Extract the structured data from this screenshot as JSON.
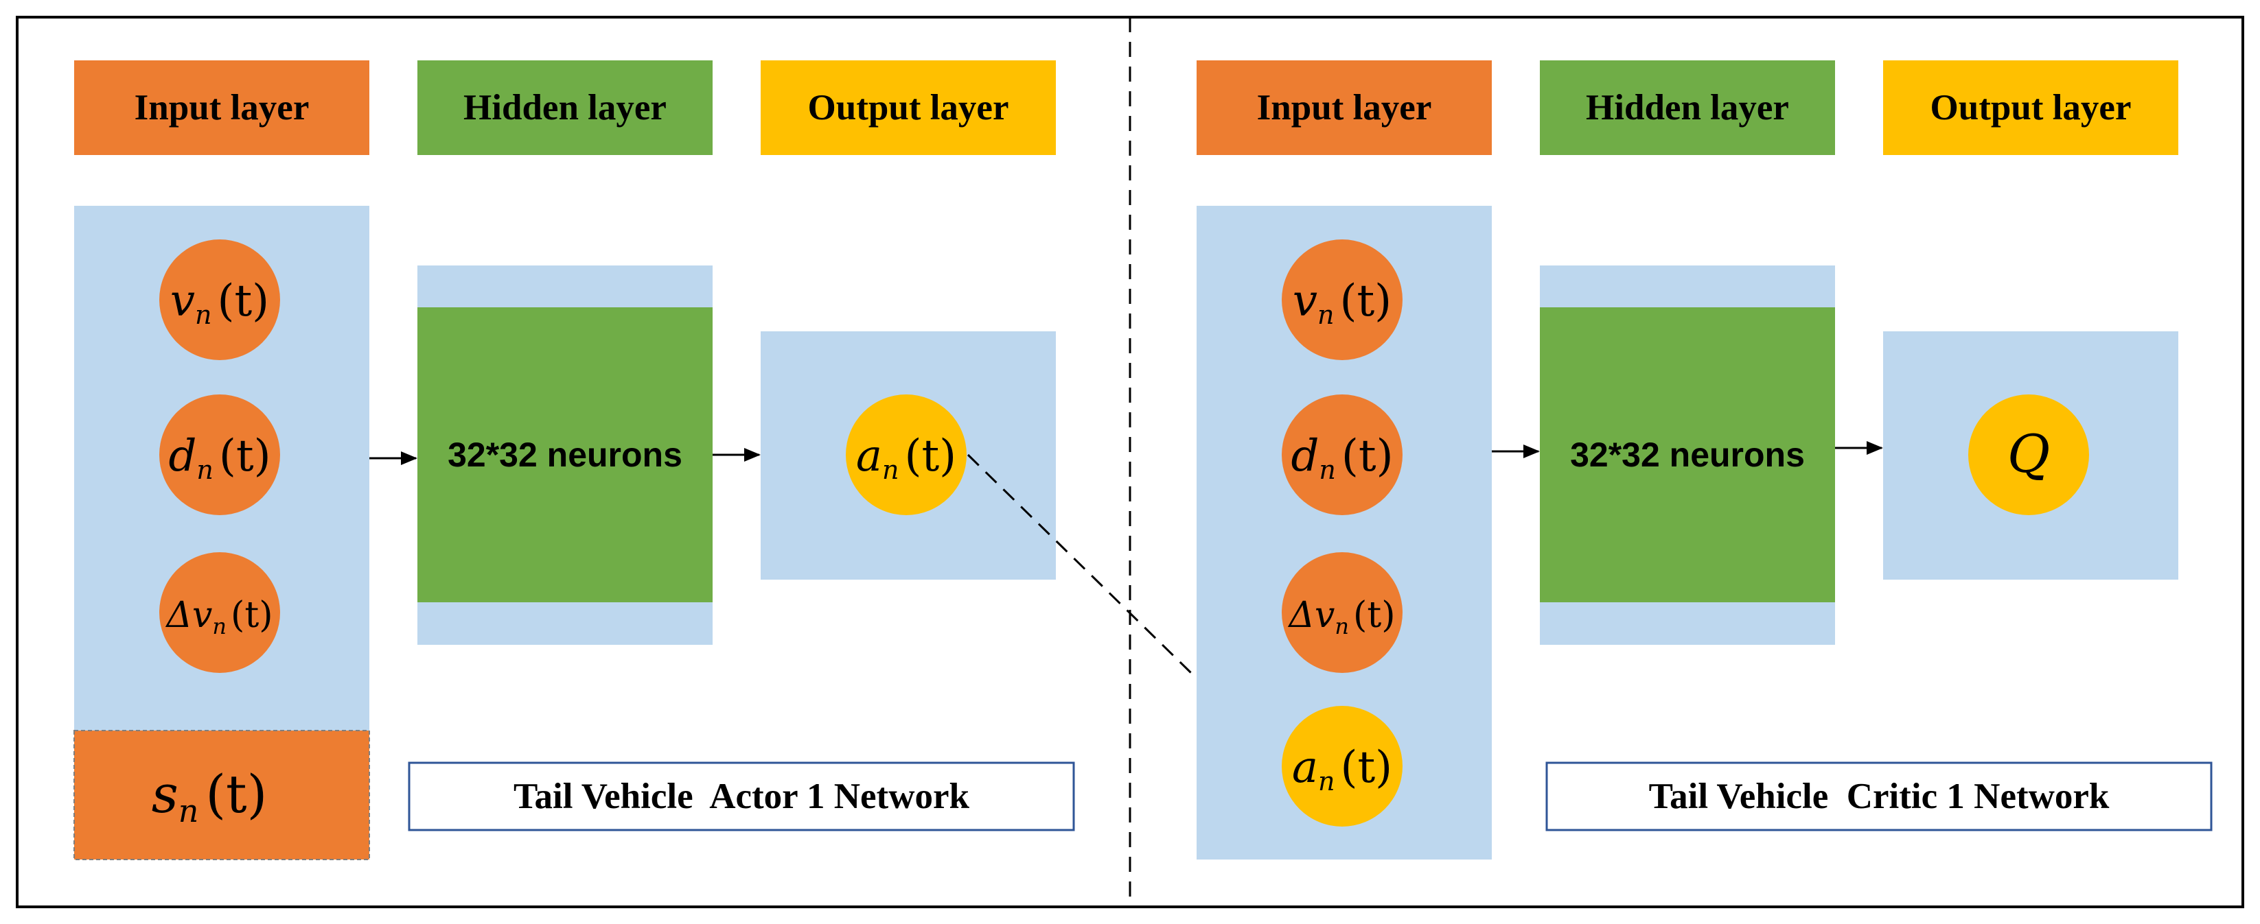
{
  "colors": {
    "orange": "#ED7D31",
    "green": "#70AD47",
    "yellow": "#FFC000",
    "light_blue": "#BDD7EE",
    "caption_border": "#2F5597",
    "frame": "#000000"
  },
  "actor": {
    "headers": {
      "input": "Input layer",
      "hidden": "Hidden layer",
      "output": "Output layer"
    },
    "inputs": [
      {
        "symbol": "v",
        "sub": "n",
        "arg": "(t)",
        "prefix": ""
      },
      {
        "symbol": "d",
        "sub": "n",
        "arg": "(t)",
        "prefix": ""
      },
      {
        "symbol": "v",
        "sub": "n",
        "arg": "(t)",
        "prefix": "Δ"
      }
    ],
    "state": {
      "symbol": "s",
      "sub": "n",
      "arg": "(t)"
    },
    "hidden_label": "32*32 neurons",
    "output": {
      "symbol": "a",
      "sub": "n",
      "arg": "(t)"
    },
    "caption": "Tail Vehicle  Actor 1 Network"
  },
  "critic": {
    "headers": {
      "input": "Input layer",
      "hidden": "Hidden layer",
      "output": "Output layer"
    },
    "inputs": [
      {
        "symbol": "v",
        "sub": "n",
        "arg": "(t)",
        "prefix": ""
      },
      {
        "symbol": "d",
        "sub": "n",
        "arg": "(t)",
        "prefix": ""
      },
      {
        "symbol": "v",
        "sub": "n",
        "arg": "(t)",
        "prefix": "Δ"
      }
    ],
    "action_input": {
      "symbol": "a",
      "sub": "n",
      "arg": "(t)"
    },
    "hidden_label": "32*32 neurons",
    "output": {
      "symbol": "Q"
    },
    "caption": "Tail Vehicle  Critic 1 Network"
  }
}
